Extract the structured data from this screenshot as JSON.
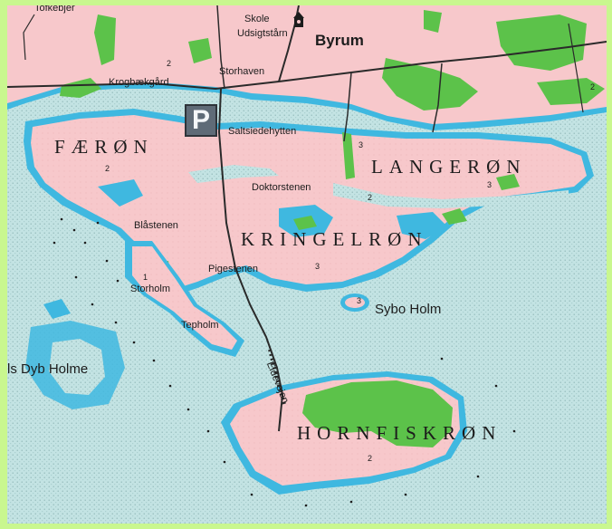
{
  "map": {
    "labels": {
      "feron": "FÆRØN",
      "langeron": "LANGERØN",
      "kringelron": "KRINGELRØN",
      "hornfiskron": "HORNFISKRØN",
      "byrum": "Byrum",
      "skole": "Skole",
      "udsigtstarn": "Udsigtstårn",
      "storhaven": "Storhaven",
      "krogbaekgard": "Krogbækgård",
      "saltsiedehytten": "Saltsiedehytten",
      "doktorstenen": "Doktorstenen",
      "blastenen": "Blåstenen",
      "pigestenen": "Pigestenen",
      "storholm": "Storholm",
      "tepholm": "Tepholm",
      "sybo_holm": "Sybo Holm",
      "dyb_holme": "ls Dyb Holme",
      "eidevejen": "Eidevejen",
      "tofkebjeri": "Tofkebjer"
    },
    "heights": {
      "h_feron": "2",
      "h_langeron_east": "3",
      "h_langeron_west": "3",
      "h_doktor": "2",
      "h_kringel": "3",
      "h_sybo": "3",
      "h_storholm": "1",
      "h_hornfisk": "2",
      "h_top": "2",
      "h_ne": "2"
    },
    "parking_symbol": "P",
    "colors": {
      "frame": "#c9f78f",
      "sea": "#bcdede",
      "shore": "#3fb8e0",
      "land": "#f7c8cb",
      "forest": "#5cc24a",
      "road": "#2a2a2a"
    },
    "icons": {
      "parking": "parking-sign-icon",
      "church": "church-icon"
    }
  }
}
